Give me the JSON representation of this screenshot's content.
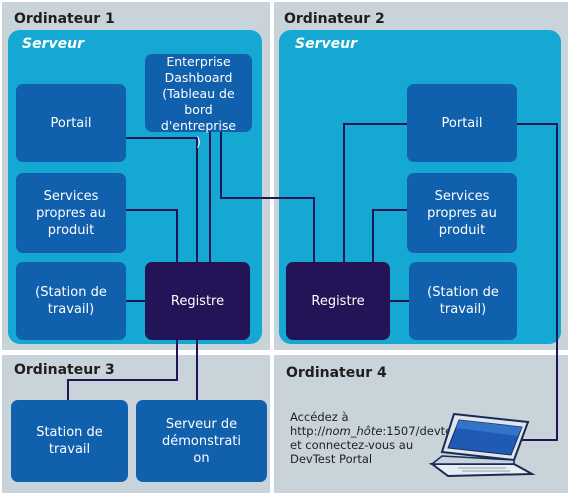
{
  "ordinateur1": {
    "title": "Ordinateur 1",
    "serveur": "Serveur",
    "portail": "Portail",
    "services": "Services\npropres au\nproduit",
    "station": "(Station de\ntravail)",
    "registre": "Registre",
    "dashboard": "Enterprise\nDashboard\n(Tableau de\nbord\nd'entreprise\n)"
  },
  "ordinateur2": {
    "title": "Ordinateur 2",
    "serveur": "Serveur",
    "portail": "Portail",
    "services": "Services\npropres au\nproduit",
    "station": "(Station de\ntravail)",
    "registre": "Registre"
  },
  "ordinateur3": {
    "title": "Ordinateur 3",
    "station": "Station de\ntravail",
    "demo": "Serveur de\ndémonstrati\non"
  },
  "ordinateur4": {
    "title": "Ordinateur 4",
    "access_line1": "Accédez à",
    "access_prefix": "http://",
    "access_host": "nom_hôte",
    "access_suffix": ":1507/devtest",
    "access_line3": "et connectez-vous au",
    "access_line4": "DevTest Portal",
    "laptop_icon": "laptop-icon"
  },
  "colors": {
    "panel": "#c8d4da",
    "server": "#15a8d2",
    "component": "#1060ae",
    "registry": "#221457",
    "connector": "#221457"
  }
}
